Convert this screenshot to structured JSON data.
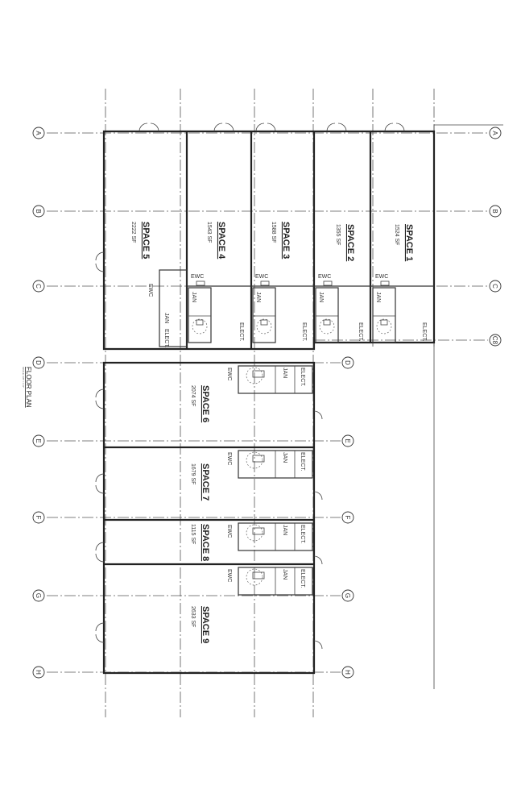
{
  "title": "FLOOR PLAN",
  "scale": "SCALE: 1/8\" = 1'-0\"",
  "grid_rows": [
    "A",
    "B",
    "C",
    "D",
    "E",
    "F",
    "G",
    "H"
  ],
  "grid_extra": "C8",
  "spaces": [
    {
      "name": "SPACE 1",
      "area": "1524 SF"
    },
    {
      "name": "SPACE 2",
      "area": "1355 SF"
    },
    {
      "name": "SPACE 3",
      "area": "1588 SF"
    },
    {
      "name": "SPACE 4",
      "area": "1543 SF"
    },
    {
      "name": "SPACE 5",
      "area": "2222 SF"
    },
    {
      "name": "SPACE 6",
      "area": "2074 SF"
    },
    {
      "name": "SPACE 7",
      "area": "1679 SF"
    },
    {
      "name": "SPACE 8",
      "area": "1115 SF"
    },
    {
      "name": "SPACE 9",
      "area": "2633 SF"
    }
  ],
  "room_labels": {
    "ewc": "EWC",
    "jan": "JAN",
    "elect": "ELECT."
  }
}
